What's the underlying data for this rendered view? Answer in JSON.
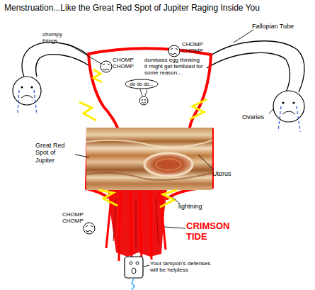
{
  "diagram": {
    "title": "Menstruation...Like the Great Red Spot of Jupiter Raging Inside You",
    "nodes": [
      {
        "text": [
          "do do do..."
        ]
      }
    ],
    "labels": [
      "Fallopian Tube",
      "chompy things",
      "CHOMP CHOMP",
      "CHOMP CHOMP",
      "dumbass egg thinking it might get fertilized for some reason...",
      "Ovaries",
      "Uterus",
      "Great Red Spot of Jupiter",
      "lightning",
      "CRIMSON TIDE",
      "CHOMP CHOMP",
      "Your tampon's defenses will be helpless"
    ]
  }
}
